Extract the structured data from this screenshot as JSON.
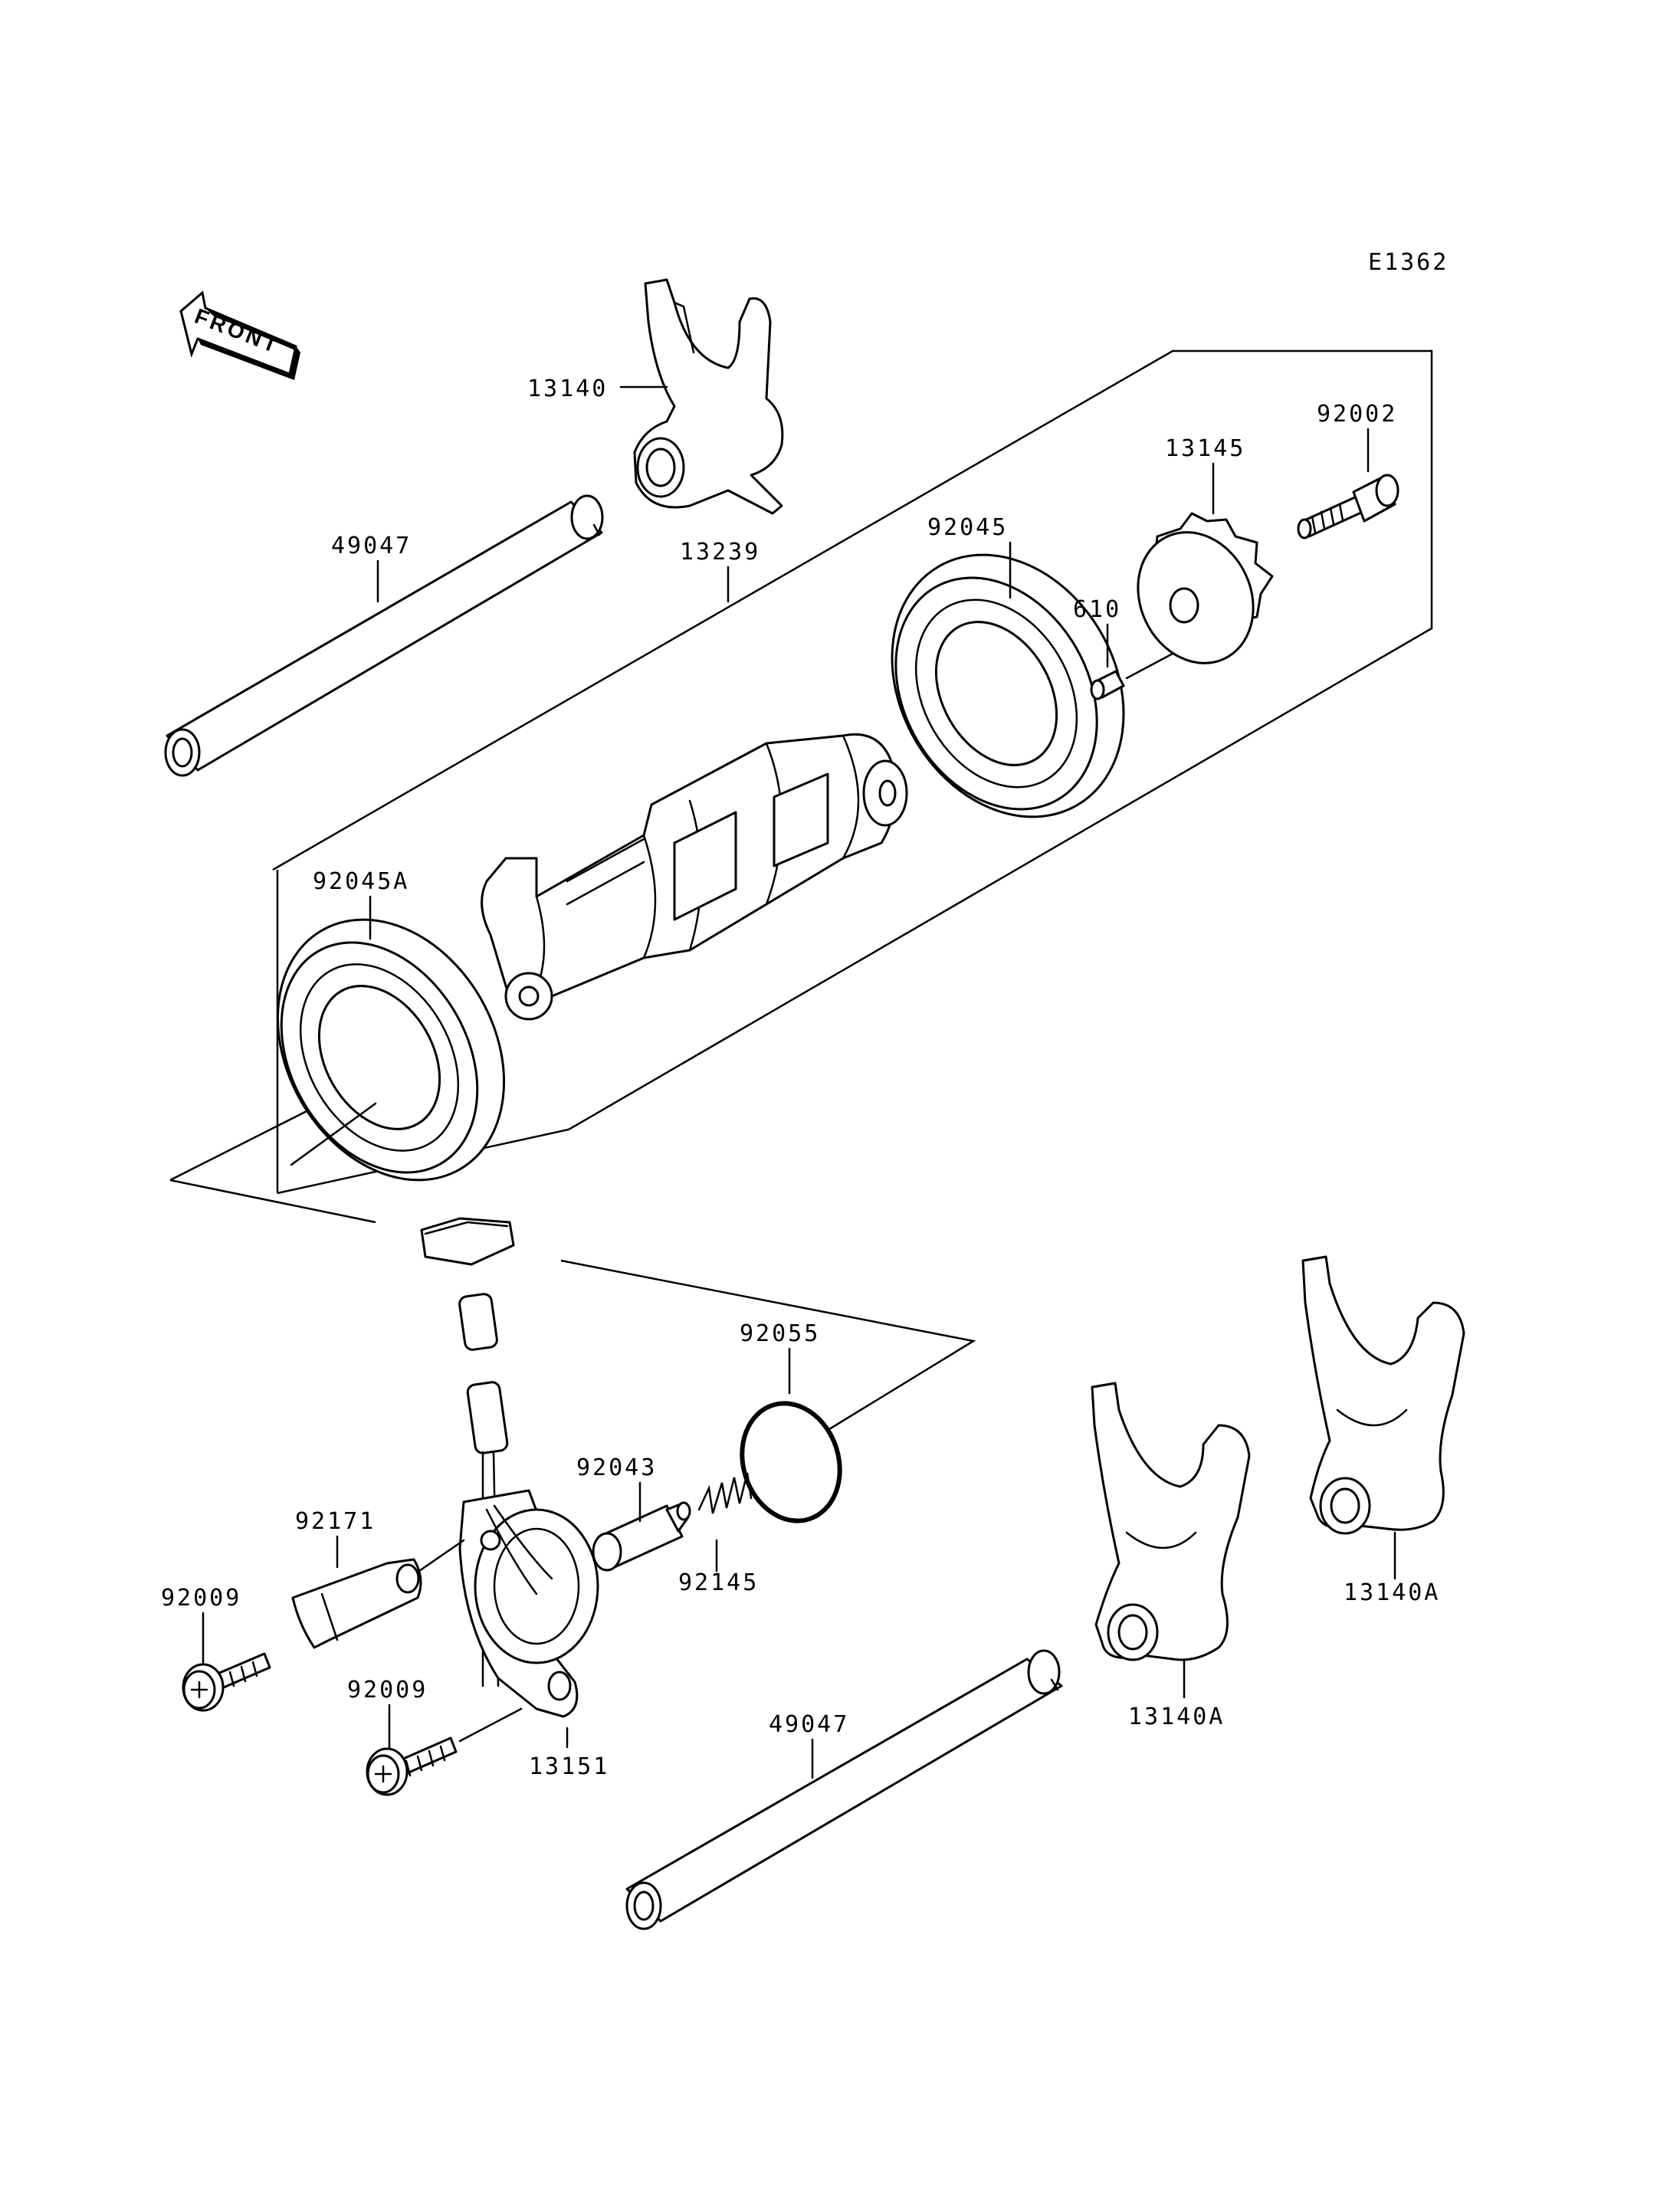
{
  "diagram": {
    "code": "E1362",
    "front_label": "FRONT",
    "labels": {
      "fork_upper": "13140",
      "shaft_upper": "49047",
      "drum": "13239",
      "bearing_right": "92045",
      "bearing_left": "92045A",
      "star_plate": "13145",
      "bolt_star": "92002",
      "pin": "610",
      "oring": "92055",
      "plunger": "92043",
      "spring": "92145",
      "holder": "92171",
      "bolt_left": "92009",
      "bolt_lower": "92009",
      "switch": "13151",
      "shaft_lower": "49047",
      "fork_mid": "13140A",
      "fork_right": "13140A"
    }
  }
}
